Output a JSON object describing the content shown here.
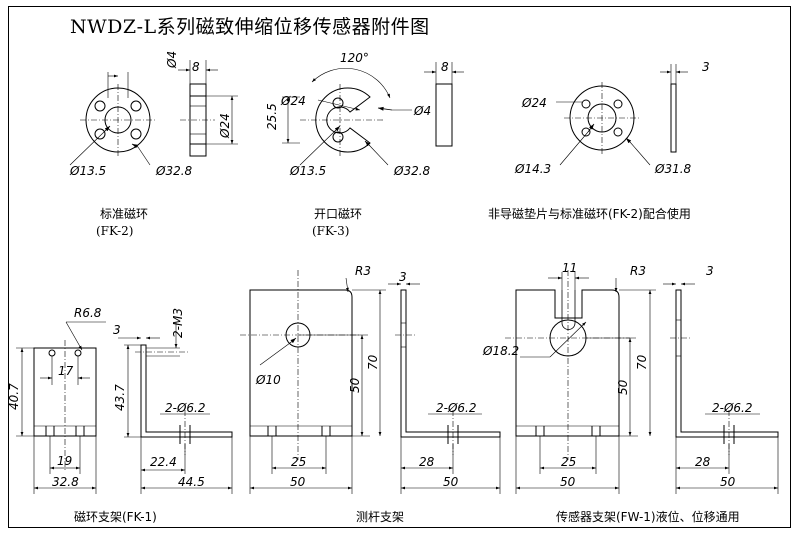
{
  "title": "NWDZ-L系列磁致伸缩位移传感器附件图",
  "parts": {
    "fk2": {
      "caption": "标准磁环",
      "model": "(FK-2)",
      "dims": {
        "hole": "Ø4",
        "thick": "8",
        "id": "Ø13.5",
        "od": "Ø32.8",
        "side": "Ø24"
      }
    },
    "fk3": {
      "caption": "开口磁环",
      "model": "(FK-3)",
      "dims": {
        "angle": "120°",
        "thick": "8",
        "bolt": "Ø24",
        "h": "25.5",
        "hole": "Ø4",
        "id": "Ø13.5",
        "od": "Ø32.8"
      }
    },
    "spacer": {
      "caption": "非导磁垫片与标准磁环(FK-2)配合使用",
      "dims": {
        "thick": "3",
        "bolt": "Ø24",
        "id": "Ø14.3",
        "od": "Ø31.8"
      }
    },
    "fk1": {
      "caption": "磁环支架(FK-1)",
      "dims": {
        "r": "R6.8",
        "t": "3",
        "m": "2-M3",
        "h1": "40.7",
        "w1": "17",
        "h2": "43.7",
        "holes": "2-Ø6.2",
        "a": "19",
        "b": "32.8",
        "c": "22.4",
        "d": "44.5"
      }
    },
    "rod": {
      "caption": "测杆支架",
      "dims": {
        "r": "R3",
        "t": "3",
        "hole": "Ø10",
        "h1": "50",
        "h2": "70",
        "holes": "2-Ø6.2",
        "a": "25",
        "b": "50",
        "c": "28",
        "d": "50"
      }
    },
    "fw1": {
      "caption": "传感器支架(FW-1)液位、位移通用",
      "dims": {
        "slot": "11",
        "r": "R3",
        "t": "3",
        "hole": "Ø18.2",
        "h1": "50",
        "h2": "70",
        "holes": "2-Ø6.2",
        "a": "25",
        "b": "50",
        "c": "28",
        "d": "50"
      }
    }
  }
}
